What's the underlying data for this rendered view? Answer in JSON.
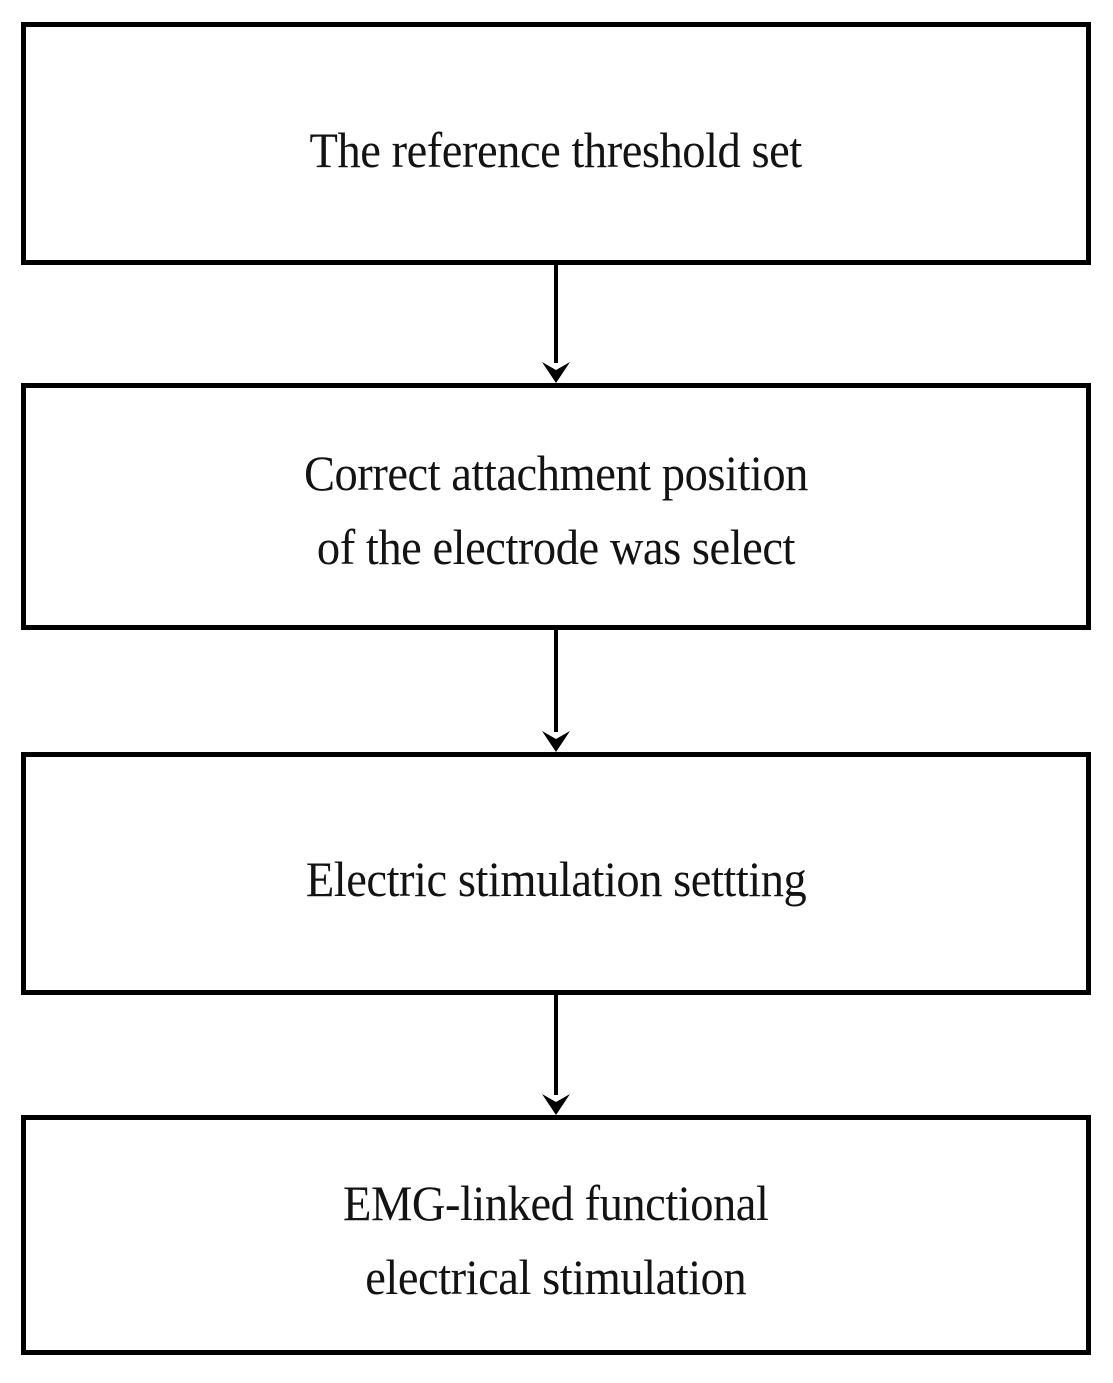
{
  "diagram": {
    "title": "EMG-linked functional electrical stimulation procedure flowchart",
    "type": "flowchart",
    "orientation": "vertical",
    "background_color": "#ffffff",
    "border_color": "#000000",
    "text_color": "#131313",
    "nodes": [
      {
        "id": "node-1",
        "label": "The reference threshold set",
        "shape": "rectangle",
        "order": 1
      },
      {
        "id": "node-2",
        "label": "Correct attachment position\nof the electrode was select",
        "shape": "rectangle",
        "order": 2
      },
      {
        "id": "node-3",
        "label": "Electric stimulation settting",
        "shape": "rectangle",
        "order": 3
      },
      {
        "id": "node-4",
        "label": "EMG-linked functional\nelectrical stimulation",
        "shape": "rectangle",
        "order": 4
      }
    ],
    "connectors": [
      {
        "id": "conn-1",
        "from": "node-1",
        "to": "node-2",
        "arrowhead": "down-arrow-icon"
      },
      {
        "id": "conn-2",
        "from": "node-2",
        "to": "node-3",
        "arrowhead": "down-arrow-icon"
      },
      {
        "id": "conn-3",
        "from": "node-3",
        "to": "node-4",
        "arrowhead": "down-arrow-icon"
      }
    ]
  }
}
